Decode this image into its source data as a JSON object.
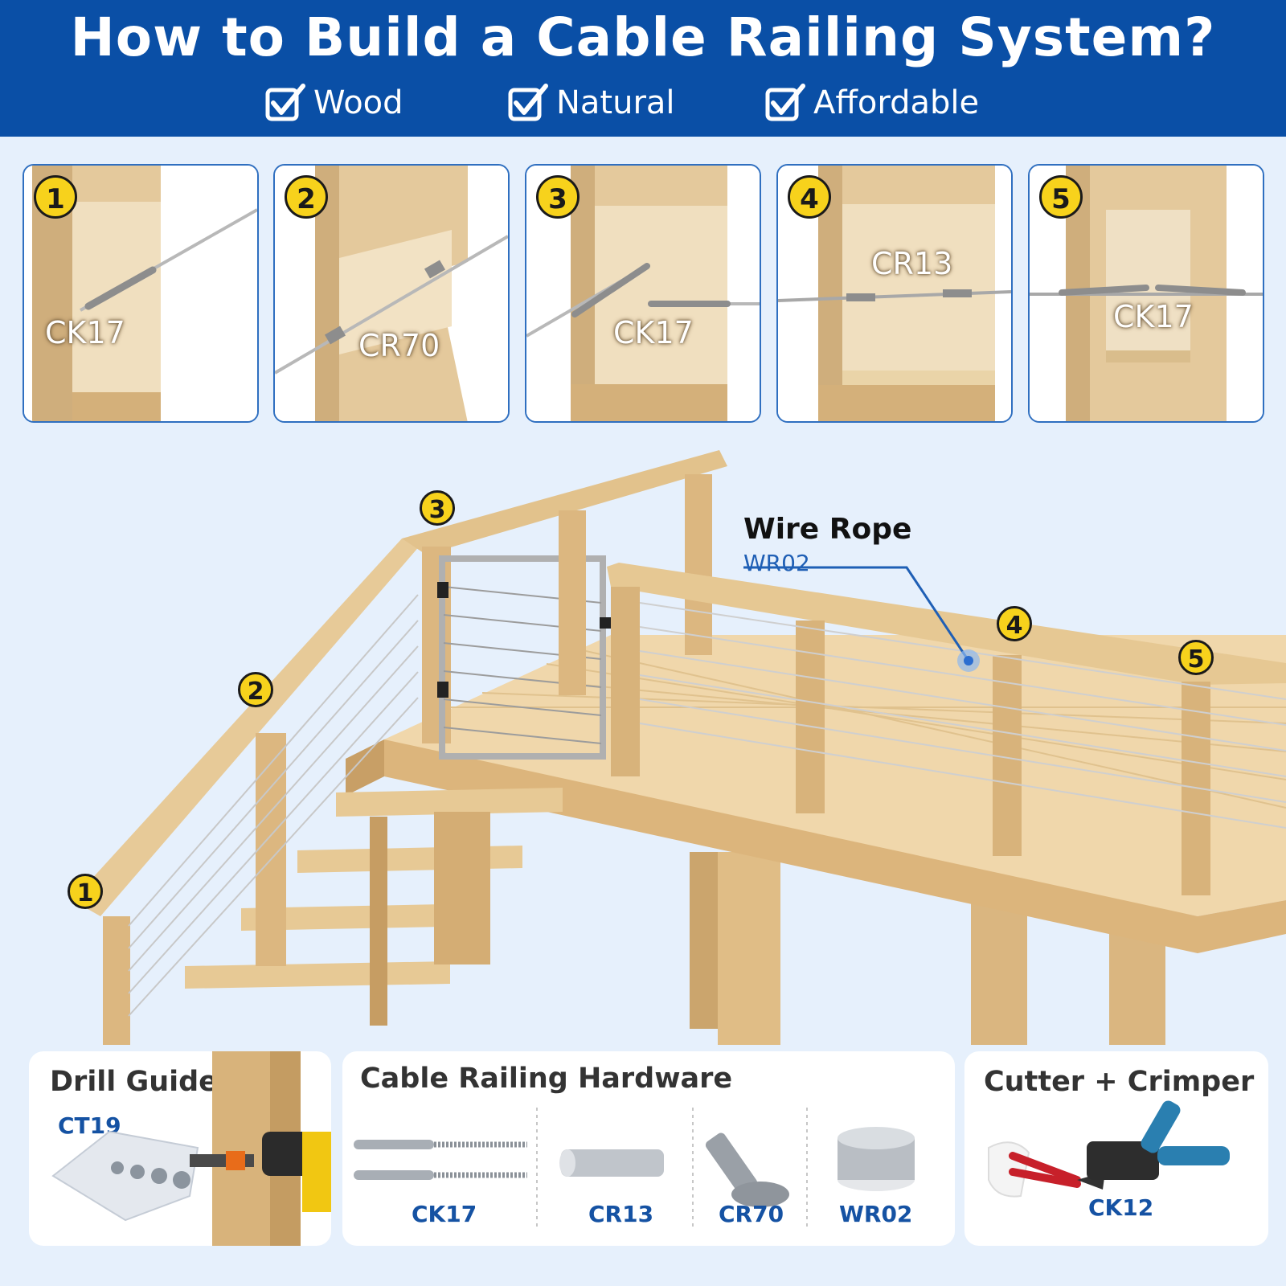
{
  "header": {
    "title": "How to Build a Cable Railing System?",
    "features": [
      "Wood",
      "Natural",
      "Affordable"
    ]
  },
  "steps": [
    {
      "number": "1",
      "label": "CK17"
    },
    {
      "number": "2",
      "label": "CR70"
    },
    {
      "number": "3",
      "label": "CK17"
    },
    {
      "number": "4",
      "label": "CR13"
    },
    {
      "number": "5",
      "label": "CK17"
    }
  ],
  "diagram": {
    "markers": [
      "1",
      "2",
      "3",
      "4",
      "5"
    ],
    "callout": {
      "title": "Wire Rope",
      "code": "WR02"
    }
  },
  "cards": {
    "drill_guide": {
      "title": "Drill Guide",
      "code": "CT19"
    },
    "hardware": {
      "title": "Cable Railing Hardware",
      "items": [
        "CK17",
        "CR13",
        "CR70",
        "WR02"
      ]
    },
    "tools": {
      "title": "Cutter + Crimper",
      "code": "CK12"
    }
  },
  "colors": {
    "header_blue": "#0a4fa6",
    "background": "#e6f0fc",
    "badge_yellow": "#f7d21c",
    "wood": "#e2c596",
    "code_blue": "#1552a3"
  }
}
